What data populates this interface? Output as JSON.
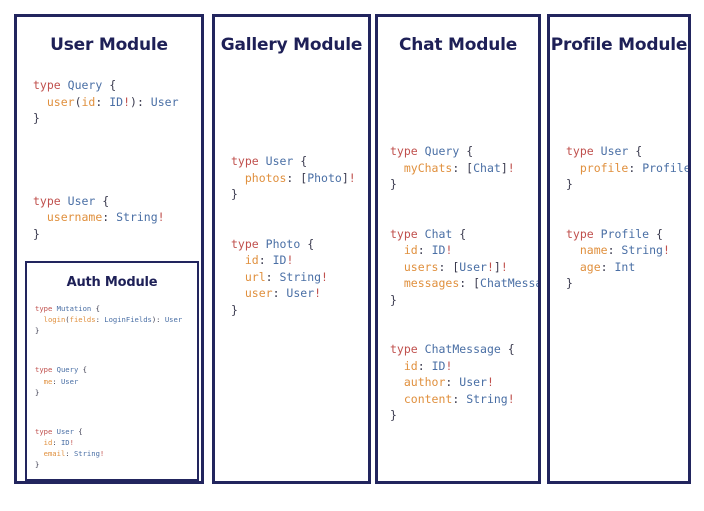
{
  "canvas": {
    "background": "#ffffff",
    "border_color": "#22255e",
    "heading_color": "#1e2057"
  },
  "syntax_colors": {
    "keyword": "#c0504d",
    "type_name": "#4a6fa5",
    "field_name": "#e0903e",
    "non_null_bang": "#c0504d",
    "punctuation": "#3b3b4f"
  },
  "modules": {
    "user": {
      "title": "User Module",
      "code": "type Query {\n  user(id: ID!): User\n}\n\n\ntype User {\n  username: String!\n}"
    },
    "auth": {
      "title": "Auth Module",
      "code": "type Mutation {\n  login(fields: LoginFields): User\n}\n\ntype Query {\n  me: User\n}\n\ntype User {\n  id: ID!\n  email: String!\n}"
    },
    "gallery": {
      "title": "Gallery Module",
      "code": "type User {\n  photos: [Photo]!\n}\n\ntype Photo {\n  id: ID!\n  url: String!\n  user: User!\n}"
    },
    "chat": {
      "title": "Chat Module",
      "code": "type Query {\n  myChats: [Chat]!\n}\n\ntype Chat {\n  id: ID!\n  users: [User!]!\n  messages: [ChatMessage]!\n}\n\ntype ChatMessage {\n  id: ID!\n  author: User!\n  content: String!\n}"
    },
    "profile": {
      "title": "Profile Module",
      "code": "type User {\n  profile: Profile!\n}\n\ntype Profile {\n  name: String!\n  age: Int\n}"
    }
  }
}
